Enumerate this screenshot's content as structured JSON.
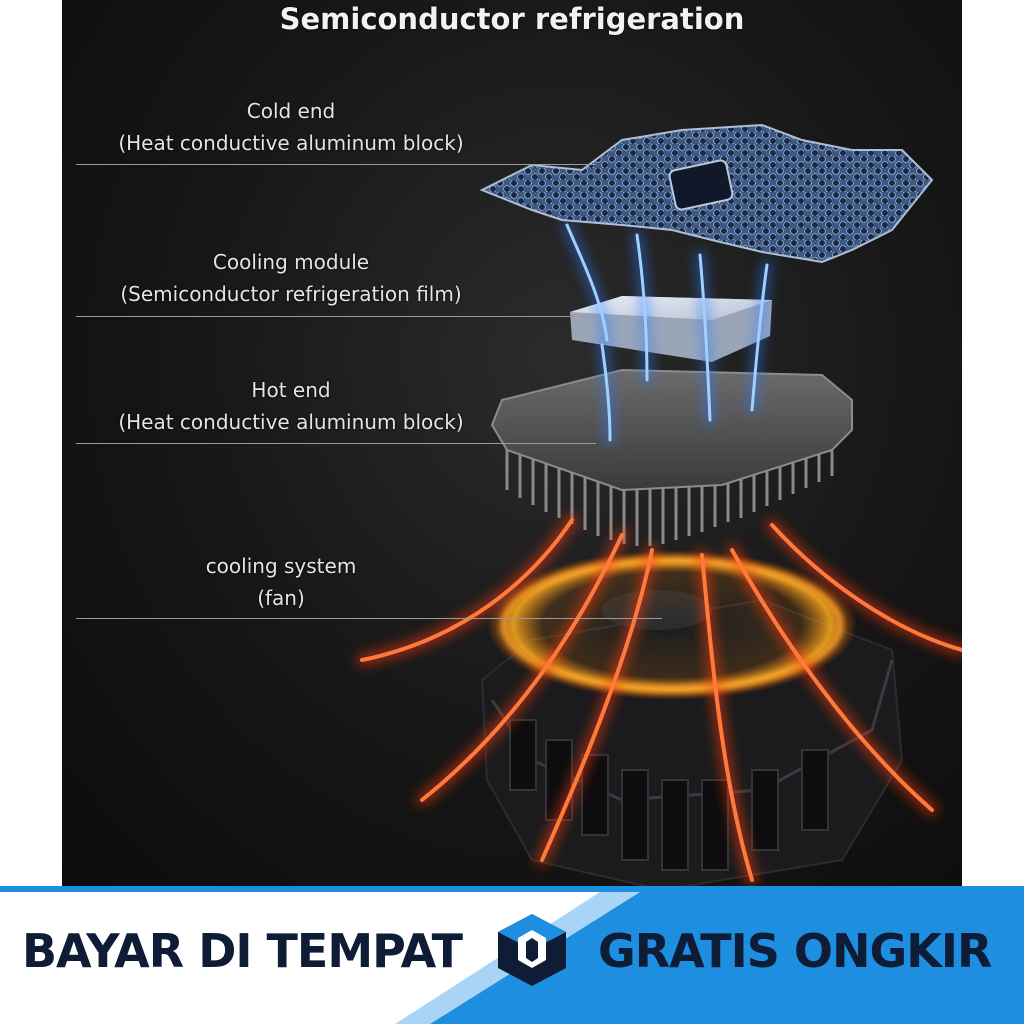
{
  "title": "Semiconductor refrigeration",
  "layers": [
    {
      "name": "Cold end",
      "detail": "(Heat conductive aluminum block)"
    },
    {
      "name": "Cooling module",
      "detail": "(Semiconductor refrigeration film)"
    },
    {
      "name": "Hot end",
      "detail": "(Heat conductive aluminum block)"
    },
    {
      "name": "cooling system",
      "detail": "(fan)"
    }
  ],
  "banner": {
    "left_text": "BAYAR DI TEMPAT",
    "right_text": "GRATIS ONGKIR"
  },
  "colors": {
    "cold_glow": "#2f7bff",
    "hot_glow": "#ff4a12",
    "banner_blue": "#1e8fe0",
    "banner_text": "#0e1c36"
  }
}
